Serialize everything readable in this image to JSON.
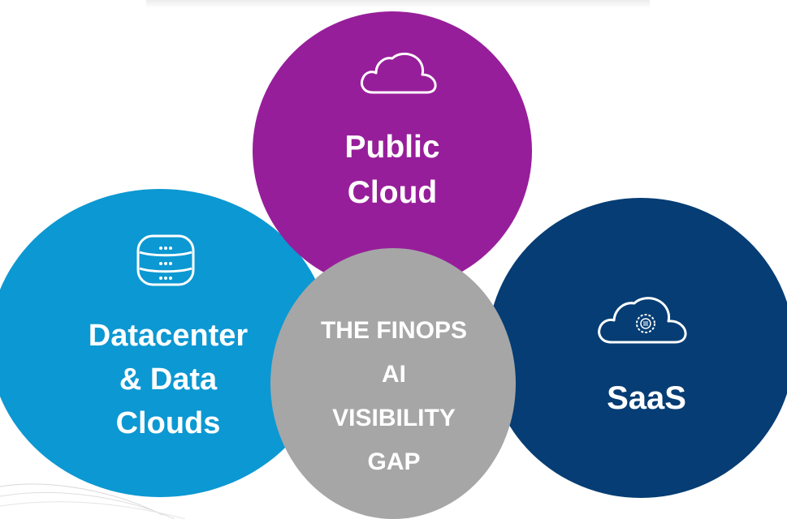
{
  "colors": {
    "public_cloud": "#971e9a",
    "datacenter": "#0c98d2",
    "saas": "#053d74",
    "visibility_gap": "#a6a6a6",
    "text": "#ffffff"
  },
  "circles": {
    "public_cloud": {
      "label": "Public\nCloud",
      "icon": "cloud-icon"
    },
    "datacenter": {
      "label": "Datacenter\n& Data\nClouds",
      "icon": "database-icon"
    },
    "saas": {
      "label": "SaaS",
      "icon": "cloud-gear-icon"
    },
    "visibility_gap": {
      "label": "THE FINOPS\nAI\nVISIBILITY\nGAP"
    }
  }
}
